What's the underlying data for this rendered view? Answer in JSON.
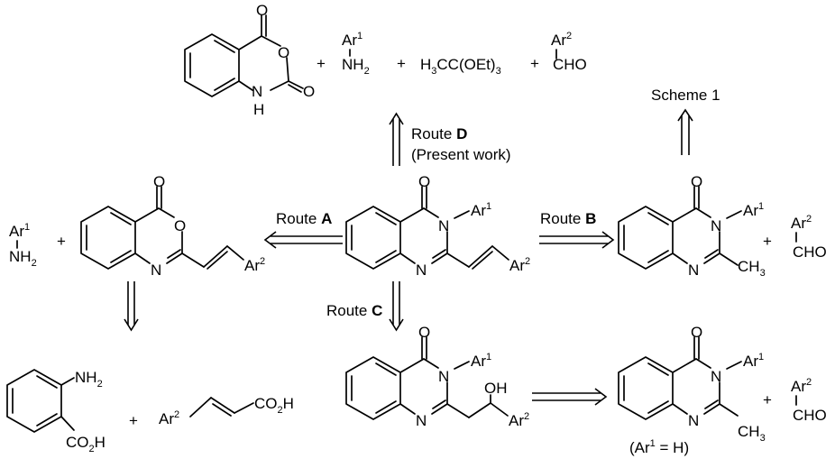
{
  "atoms": {
    "o": "O",
    "n": "N",
    "nh": "H",
    "ar": "Ar",
    "ar1_sup": "1",
    "ar2_sup": "2",
    "nh2": "NH",
    "two": "2",
    "three": "3",
    "cho": "CHO",
    "ch": "CH",
    "oh": "OH",
    "co2h": "CO",
    "co2h_h": "H",
    "h3c_pre": "H",
    "h3c_post": "CC(OEt)",
    "plus": "+"
  },
  "routes": {
    "route_word": "Route",
    "a": "A",
    "b": "B",
    "c": "C",
    "d": "D",
    "present_work": "(Present work)",
    "scheme1": "Scheme 1",
    "ar1_eq_h_open": "(Ar",
    "ar1_eq_h_close": " = H)"
  }
}
